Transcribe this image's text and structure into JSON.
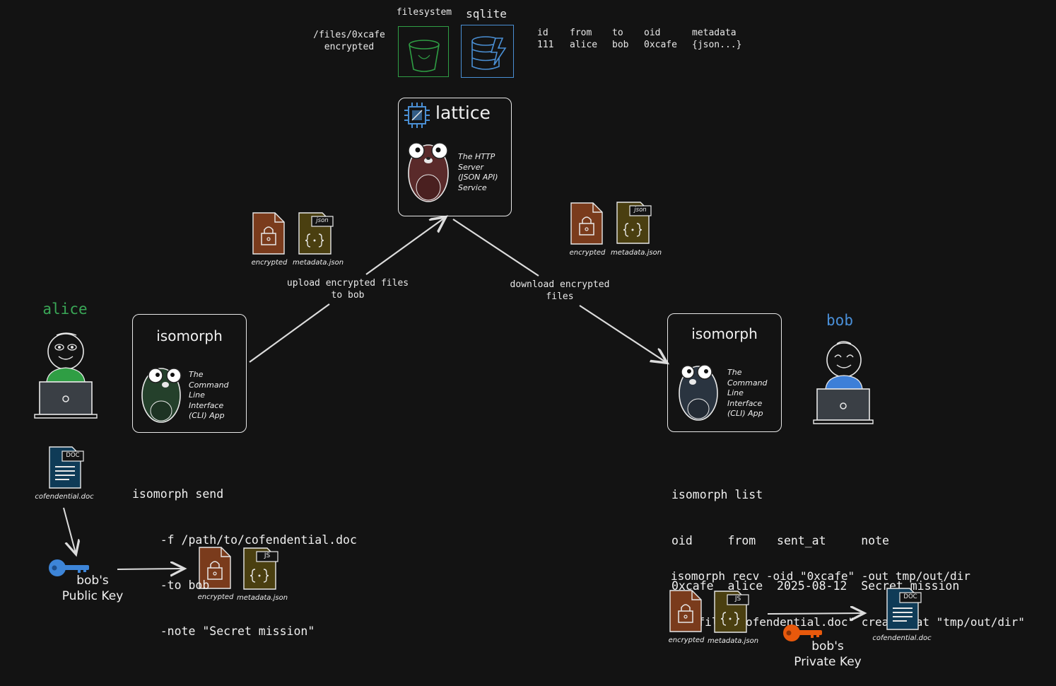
{
  "storage": {
    "filesystem_label": "filesystem",
    "sqlite_label": "sqlite",
    "path_line1": "/files/0xcafe",
    "path_line2": "encrypted",
    "db_headers": [
      "id",
      "from",
      "to",
      "oid",
      "metadata"
    ],
    "db_values": [
      "111",
      "alice",
      "bob",
      "0xcafe",
      "{json...}"
    ]
  },
  "server": {
    "name": "lattice",
    "description": [
      "The HTTP",
      "Server",
      "(JSON API)",
      "Service"
    ]
  },
  "clients": {
    "left": {
      "name": "isomorph",
      "description": [
        "The",
        "Command",
        "Line",
        "Interface",
        "(CLI) App"
      ]
    },
    "right": {
      "name": "isomorph",
      "description": [
        "The",
        "Command",
        "Line",
        "Interface",
        "(CLI) App"
      ]
    }
  },
  "people": {
    "alice": "alice",
    "bob": "bob"
  },
  "arrows": {
    "upload": [
      "upload encrypted files",
      "to bob"
    ],
    "download": [
      "download encrypted",
      "files"
    ]
  },
  "files": {
    "encrypted": "encrypted",
    "metadata": "metadata.json",
    "json_tag": "json",
    "js_tag": "JS",
    "doc_tag": "DOC",
    "doc_name": "cofendential.doc"
  },
  "keys": {
    "public": [
      "bob's",
      "Public Key"
    ],
    "private": [
      "bob's",
      "Private Key"
    ]
  },
  "commands": {
    "send": [
      "isomorph send",
      "    -f /path/to/cofendential.doc",
      "    -to bob",
      "    -note \"Secret mission\""
    ],
    "list": [
      "isomorph list",
      "oid     from   sent_at     note",
      "0xcafe  alice  2025-08-12  Secret mission"
    ],
    "recv": [
      "isomorph recv -oid \"0xcafe\" -out tmp/out/dir",
      "New file \"cofendential.doc\" created at \"tmp/out/dir\""
    ]
  },
  "colors": {
    "background": "#131313",
    "alice": "#3aa757",
    "bob": "#4a90d9",
    "filesystem": "#2f9e44",
    "sqlite": "#4a8fd4",
    "public_key": "#3d85d8",
    "private_key": "#e8590c",
    "encrypted_file": "#7a3b1c",
    "metadata_file": "#4a3f10",
    "doc_file": "#0f3b57",
    "gopher_server": "#5a2a2a",
    "gopher_left": "#24402b",
    "gopher_right": "#2a3440"
  }
}
